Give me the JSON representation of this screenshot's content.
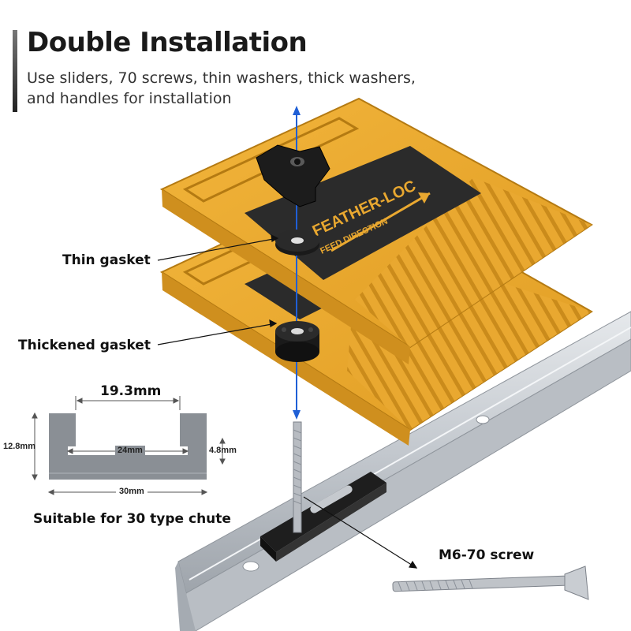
{
  "header": {
    "title": "Double Installation",
    "subtitle": "Use sliders, 70 screws, thin washers, thick washers, and handles for installation"
  },
  "callouts": {
    "thin_gasket": "Thin gasket",
    "thickened_gasket": "Thickened gasket",
    "screw": "M6-70 screw"
  },
  "product": {
    "brand": "FEATHER-LOC",
    "feed_direction": "FEED DIRECTION"
  },
  "chute": {
    "caption": "Suitable for 30 type chute",
    "top_opening": "19.3mm",
    "height": "12.8mm",
    "inner_width": "24mm",
    "lip_height": "4.8mm",
    "outer_width": "30mm"
  },
  "colors": {
    "featherboard": "#e9a830",
    "featherboard_dark": "#c98a1a",
    "label_plate": "#2b2b2b",
    "rail": "#c8ccd2",
    "axis_line": "#1f5fd6"
  }
}
